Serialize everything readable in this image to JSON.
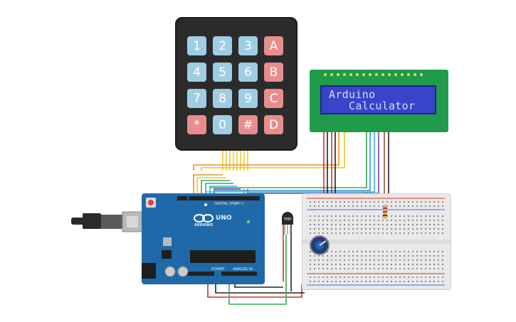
{
  "keypad": {
    "keys": [
      {
        "label": "1",
        "color": "#9fcde3"
      },
      {
        "label": "2",
        "color": "#9fcde3"
      },
      {
        "label": "3",
        "color": "#9fcde3"
      },
      {
        "label": "A",
        "color": "#e88d8d"
      },
      {
        "label": "4",
        "color": "#9fcde3"
      },
      {
        "label": "5",
        "color": "#9fcde3"
      },
      {
        "label": "6",
        "color": "#9fcde3"
      },
      {
        "label": "B",
        "color": "#e88d8d"
      },
      {
        "label": "7",
        "color": "#9fcde3"
      },
      {
        "label": "8",
        "color": "#9fcde3"
      },
      {
        "label": "9",
        "color": "#9fcde3"
      },
      {
        "label": "C",
        "color": "#e88d8d"
      },
      {
        "label": "*",
        "color": "#e88d8d"
      },
      {
        "label": "0",
        "color": "#9fcde3"
      },
      {
        "label": "#",
        "color": "#e88d8d"
      },
      {
        "label": "D",
        "color": "#e88d8d"
      }
    ]
  },
  "lcd": {
    "line1": "Arduino",
    "line2": "   Calculator",
    "board_color": "#1f9b4b",
    "screen_color": "#3844c9"
  },
  "arduino": {
    "logo": "ARDUINO",
    "model": "UNO",
    "digital_label": "DIGITAL (PWM~)",
    "power_label": "POWER",
    "analog_label": "ANALOG IN",
    "board_color": "#1f69a8"
  },
  "sensor": {
    "label": "TMP"
  },
  "colors": {
    "wire_red": "#d62d2d",
    "wire_black": "#222222",
    "wire_green": "#3aa84a",
    "wire_orange": "#e8922a",
    "wire_yellow": "#e8c82a",
    "wire_purple": "#8a3cb8",
    "wire_blue": "#3c8fd6",
    "wire_cyan": "#2fbfc7",
    "wire_brown": "#8a5a2a"
  }
}
